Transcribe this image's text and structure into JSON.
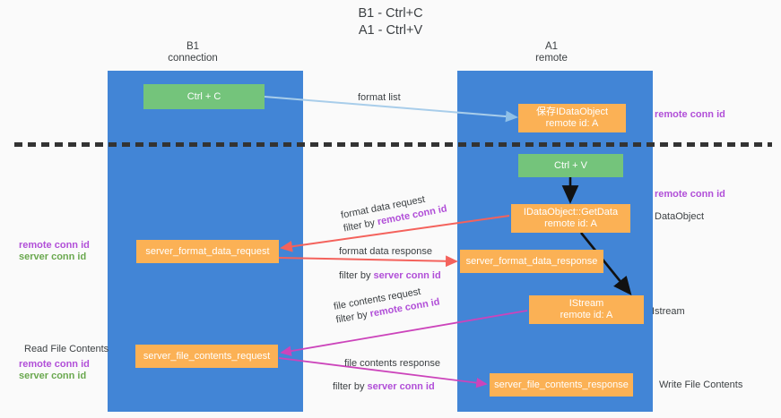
{
  "title": "B1 - Ctrl+C\nA1 - Ctrl+V",
  "columns": {
    "left": "B1\nconnection",
    "right": "A1\nremote"
  },
  "nodes": {
    "ctrl_c": "Ctrl + C",
    "save_dataobject": "保存IDataObject\nremote id: A",
    "ctrl_v": "Ctrl + V",
    "getdata": "IDataObject::GetData\nremote id: A",
    "server_format_data_request": "server_format_data_request",
    "server_format_data_response": "server_format_data_response",
    "istream": "IStream\nremote id: A",
    "server_file_contents_request": "server_file_contents_request",
    "server_file_contents_response": "server_file_contents_response"
  },
  "edges": {
    "format_list": "format list",
    "format_data_request": "format data request",
    "format_data_request_filter_prefix": "filter by ",
    "format_data_request_filter_key": "remote conn id",
    "format_data_response": "format data response",
    "format_data_response_filter_prefix": "filter by ",
    "format_data_response_filter_key": "server conn id",
    "file_contents_request": "file contents request",
    "file_contents_request_filter_prefix": "filter by ",
    "file_contents_request_filter_key": "remote conn id",
    "file_contents_response": "file contents response",
    "file_contents_response_filter_prefix": "filter by ",
    "file_contents_response_filter_key": "server conn id"
  },
  "annotations": {
    "remote_conn_id_top": "remote conn id",
    "remote_conn_id_mid": "remote conn id",
    "dataobject": "DataObject",
    "istream": "Istream",
    "write_file_contents": "Write File Contents",
    "read_file_contents": "Read File Contents",
    "left_remote_conn_id": "remote conn id",
    "left_server_conn_id": "server conn id",
    "left_remote_conn_id_2": "remote conn id",
    "left_server_conn_id_2": "server conn id"
  },
  "colors": {
    "lane": "#4285d6",
    "green_node": "#74c47b",
    "orange_node": "#fbb155",
    "purple_text": "#b14fd8",
    "green_text": "#6aa84f",
    "red_arrow": "#f4625c",
    "magenta_arrow": "#cc44bb",
    "light_blue_arrow": "#a8cdea",
    "black_arrow": "#000000"
  }
}
